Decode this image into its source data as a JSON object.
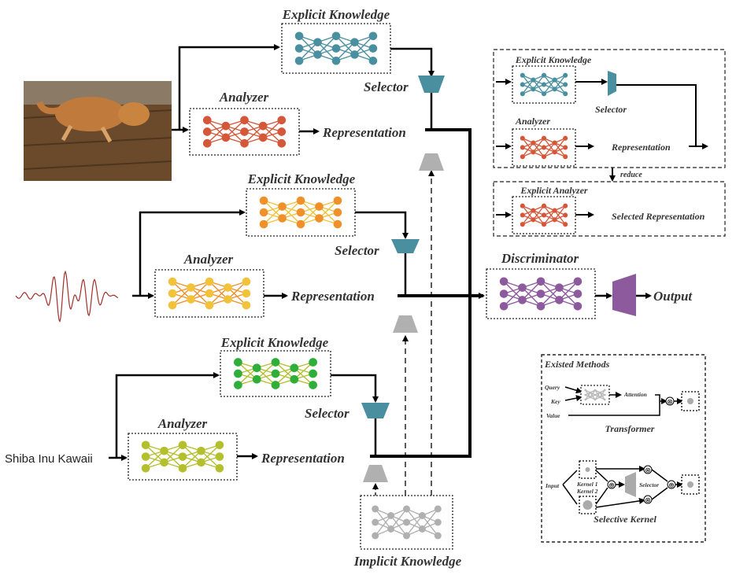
{
  "colors": {
    "teal": "#4a8fa0",
    "red": "#d4573a",
    "orange": "#f0902a",
    "yellow": "#f2c23a",
    "green": "#2fae3a",
    "olive": "#b4bf2e",
    "purple": "#8e5a9e",
    "gray": "#b0b0b0",
    "wave": "#a0302a"
  },
  "group1": {
    "explicit": "Explicit Knowledge",
    "selector": "Selector",
    "analyzer": "Analyzer",
    "representation": "Representation"
  },
  "group2": {
    "explicit": "Explicit Knowledge",
    "selector": "Selector",
    "analyzer": "Analyzer",
    "representation": "Representation"
  },
  "group3": {
    "input_text": "Shiba Inu Kawaii",
    "explicit": "Explicit Knowledge",
    "selector": "Selector",
    "analyzer": "Analyzer",
    "representation": "Representation"
  },
  "implicit": "Implicit Knowledge",
  "discriminator": "Discriminator",
  "output": "Output",
  "panel_top": {
    "explicit": "Explicit Knowledge",
    "selector": "Selector",
    "analyzer": "Analyzer",
    "representation": "Representation",
    "reduce": "reduce"
  },
  "panel_reduced": {
    "title": "Explicit Analyzer",
    "representation": "Selected Representation"
  },
  "existed": {
    "title": "Existed Methods",
    "query": "Query",
    "key": "Key",
    "value": "Value",
    "attention": "Attention",
    "transformer": "Transformer",
    "input": "Input",
    "kernel1": "Kernel 1",
    "kernel2": "Kernel 2",
    "selector": "Selector",
    "selective_kernel": "Selective Kernel"
  }
}
